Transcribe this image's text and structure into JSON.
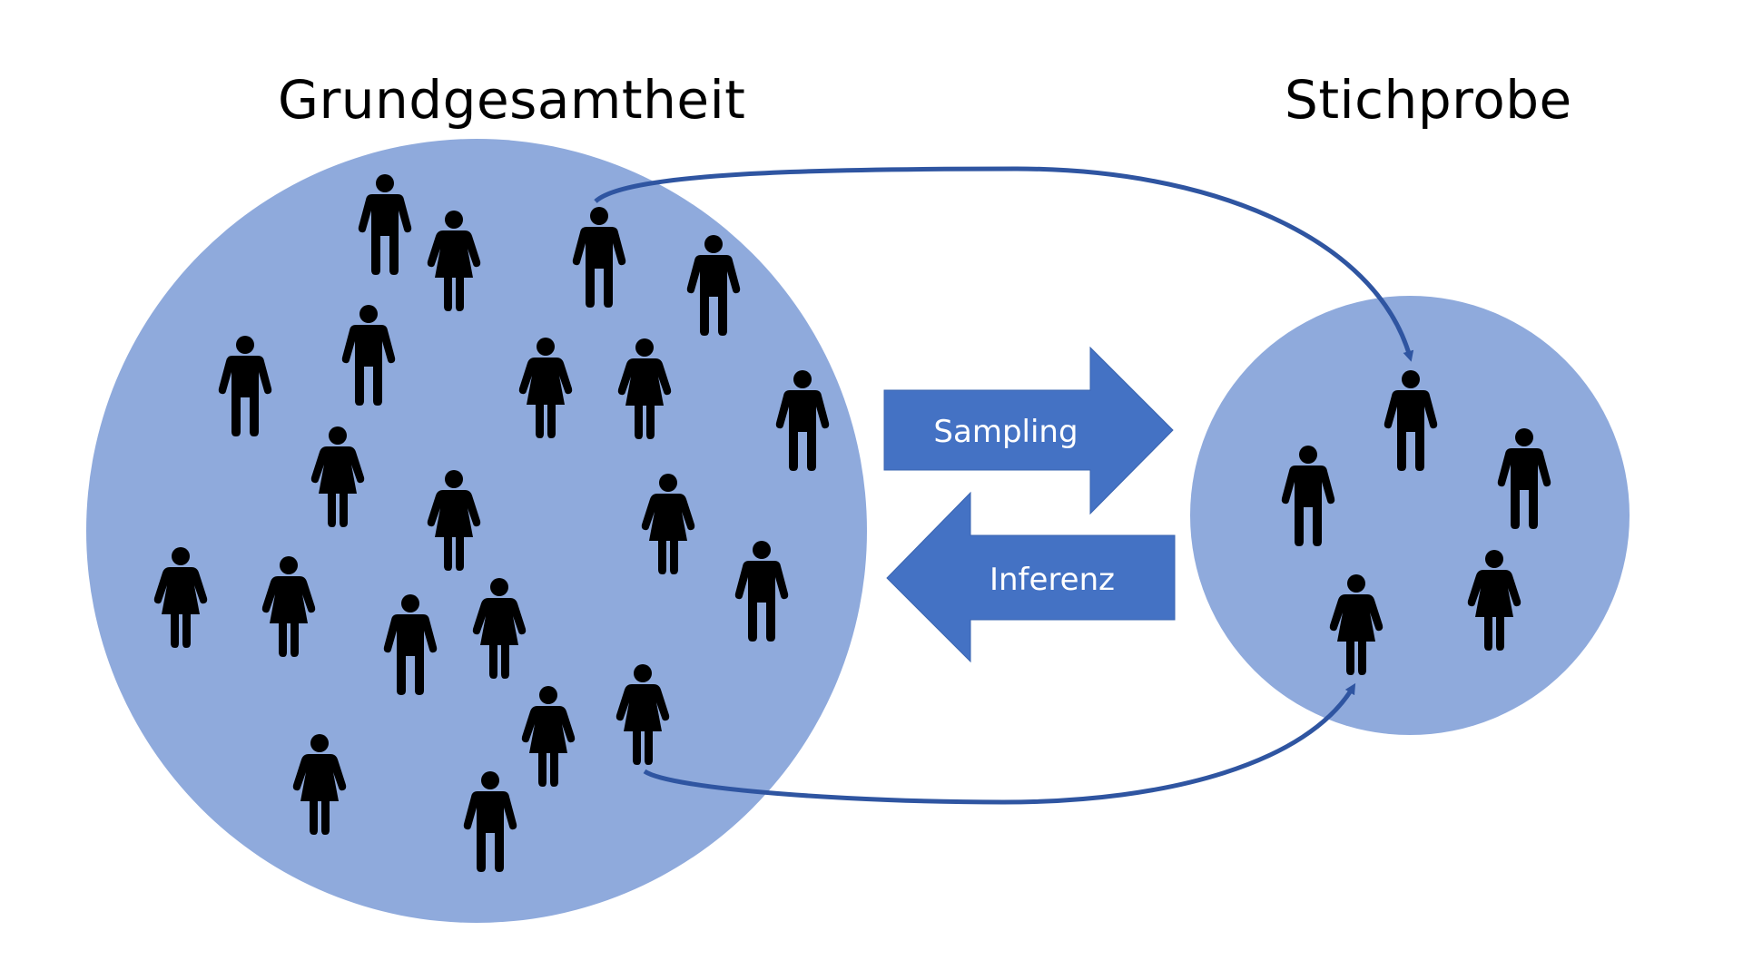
{
  "population": {
    "title": "Grundgesamtheit"
  },
  "sample": {
    "title": "Stichprobe"
  },
  "arrows": {
    "sampling_label": "Sampling",
    "inference_label": "Inferenz"
  },
  "colors": {
    "circle_fill": "#8faadc",
    "arrow_fill": "#4472c4",
    "curve_stroke": "#2f55a1",
    "person_fill": "#000000"
  },
  "population_people": [
    {
      "type": "male"
    },
    {
      "type": "female"
    },
    {
      "type": "male"
    },
    {
      "type": "male"
    },
    {
      "type": "male"
    },
    {
      "type": "male"
    },
    {
      "type": "female"
    },
    {
      "type": "female"
    },
    {
      "type": "female"
    },
    {
      "type": "male"
    },
    {
      "type": "female"
    },
    {
      "type": "female"
    },
    {
      "type": "female"
    },
    {
      "type": "female"
    },
    {
      "type": "male"
    },
    {
      "type": "female"
    },
    {
      "type": "male"
    },
    {
      "type": "female"
    },
    {
      "type": "female"
    },
    {
      "type": "female"
    },
    {
      "type": "male"
    },
    {
      "type": "male"
    }
  ],
  "sample_people": [
    {
      "type": "male"
    },
    {
      "type": "male"
    },
    {
      "type": "male"
    },
    {
      "type": "female"
    },
    {
      "type": "female"
    }
  ]
}
